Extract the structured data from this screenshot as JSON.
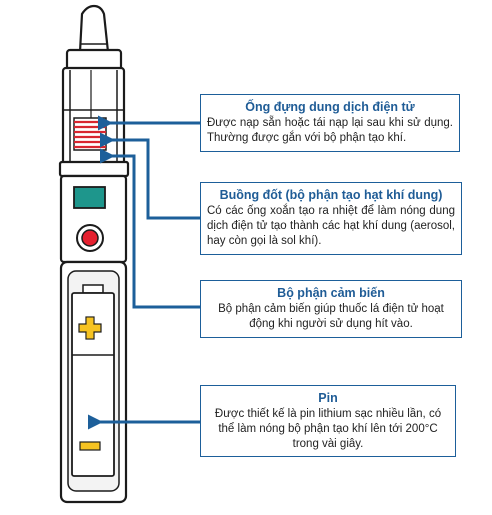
{
  "colors": {
    "device_outline": "#1b1b1b",
    "device_fill": "#ffffff",
    "device_fill_alt": "#f3f3f3",
    "arrow": "#1d5f9a",
    "box_border": "#1d5f9a",
    "title_text": "#1f5c96",
    "screen": "#1e968c",
    "button": "#e5202f",
    "plus": "#f6c322",
    "coil_red": "#d8262f"
  },
  "callouts": [
    {
      "title": "Ống đựng dung dịch điện tử",
      "body": "Được nạp sẵn hoặc tái nạp lại sau khi sử dụng. Thường được gắn với bộ phận tạo khí."
    },
    {
      "title": "Buồng đốt (bộ phận tạo hạt khí dung)",
      "body": "Có các ống xoắn tạo ra nhiệt để làm nóng dung dịch điện tử tạo thành các hạt khí dung (aerosol, hay còn gọi là sol khí)."
    },
    {
      "title": "Bộ phận cảm biến",
      "body": "Bộ phận cảm biến giúp thuốc lá điện tử hoạt động khi người sử dụng hít vào."
    },
    {
      "title": "Pin",
      "body": "Được thiết kế là pin lithium sạc nhiều lần, có thể làm nóng bộ phận tạo khí lên tới 200°C trong vài giây."
    }
  ],
  "icons": {
    "battery_plus": "plus-sign-icon",
    "battery_minus": "minus-sign-icon",
    "device_button": "power-button-icon"
  }
}
